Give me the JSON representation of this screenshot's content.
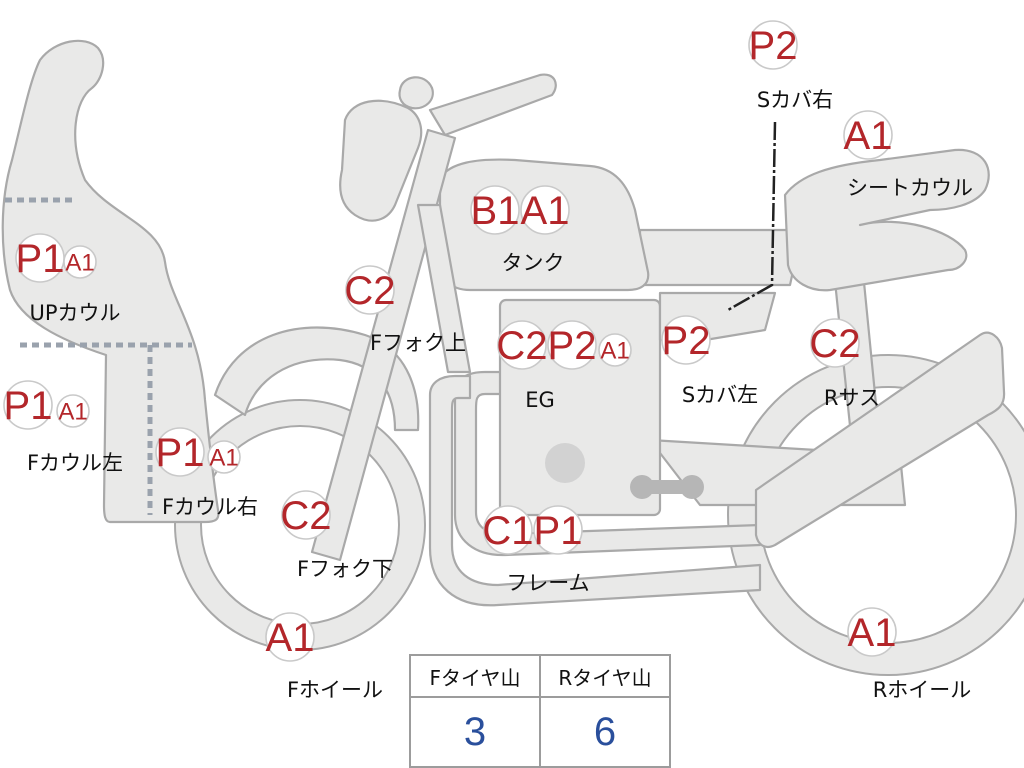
{
  "parts": [
    {
      "id": "up-cowl",
      "label": "UPカウル",
      "badges": [
        "P1",
        "A1"
      ]
    },
    {
      "id": "f-cowl-left",
      "label": "Fカウル左",
      "badges": [
        "P1",
        "A1"
      ]
    },
    {
      "id": "f-cowl-right",
      "label": "Fカウル右",
      "badges": [
        "P1",
        "A1"
      ]
    },
    {
      "id": "f-fork-upper",
      "label": "Fフォク上",
      "badges": [
        "C2"
      ]
    },
    {
      "id": "f-fork-lower",
      "label": "Fフォク下",
      "badges": [
        "C2"
      ]
    },
    {
      "id": "f-wheel",
      "label": "Fホイール",
      "badges": [
        "A1"
      ]
    },
    {
      "id": "tank",
      "label": "タンク",
      "badges": [
        "B1",
        "A1"
      ]
    },
    {
      "id": "engine",
      "label": "EG",
      "badges": [
        "C2",
        "P2",
        "A1"
      ]
    },
    {
      "id": "frame",
      "label": "フレーム",
      "badges": [
        "C1",
        "P1"
      ]
    },
    {
      "id": "s-cover-left",
      "label": "Sカバ左",
      "badges": [
        "P2"
      ]
    },
    {
      "id": "s-cover-right",
      "label": "Sカバ右",
      "badges": [
        "P2"
      ]
    },
    {
      "id": "seat-cowl",
      "label": "シートカウル",
      "badges": [
        "A1"
      ]
    },
    {
      "id": "r-suspension",
      "label": "Rサス",
      "badges": [
        "C2"
      ]
    },
    {
      "id": "r-wheel",
      "label": "Rホイール",
      "badges": [
        "A1"
      ]
    }
  ],
  "tire_table": {
    "headers": [
      "Fタイヤ山",
      "Rタイヤ山"
    ],
    "values": [
      "3",
      "6"
    ]
  },
  "colors": {
    "badge_text": "#b3262a",
    "table_value": "#2a4f9c",
    "part_fill": "#e9e9e8",
    "part_stroke": "#a9a9a9",
    "dashed_line": "#9aa2ad"
  }
}
